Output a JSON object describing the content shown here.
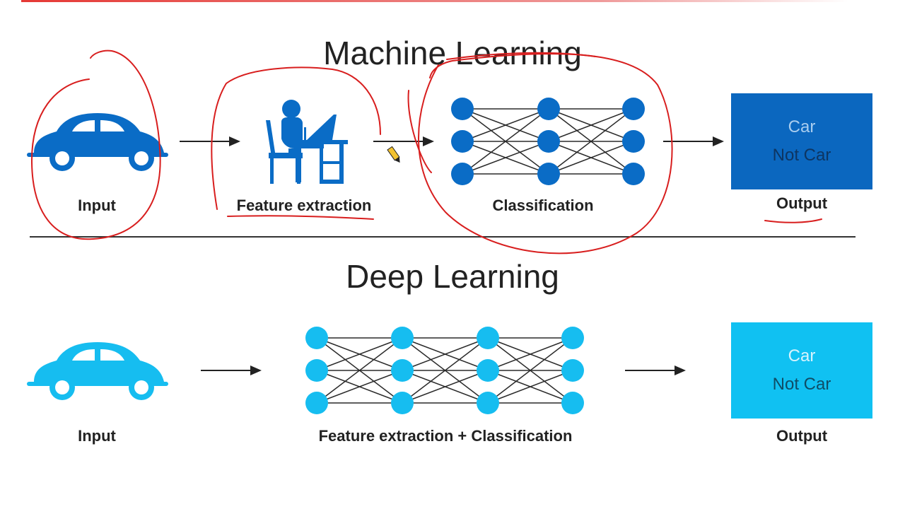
{
  "colors": {
    "ml_blue": "#0a6cc6",
    "dl_blue": "#16bdf0",
    "ml_output_box": "#0b67bf",
    "dl_output_box": "#10c1f2",
    "ml_output_text": "#a9cdef",
    "dl_output_text": "#d6f3fd",
    "annotation_red": "#d81e1e"
  },
  "machine_learning": {
    "title": "Machine Learning",
    "input_label": "Input",
    "feature_label": "Feature extraction",
    "classification_label": "Classification",
    "output_label": "Output",
    "output_box": {
      "line1": "Car",
      "line2": "Not Car"
    },
    "icons": [
      "car-icon",
      "person-at-desk-icon",
      "neural-network-icon"
    ]
  },
  "deep_learning": {
    "title": "Deep Learning",
    "input_label": "Input",
    "network_label": "Feature extraction + Classification",
    "output_label": "Output",
    "output_box": {
      "line1": "Car",
      "line2": "Not Car"
    },
    "icons": [
      "car-icon",
      "neural-network-icon"
    ]
  }
}
